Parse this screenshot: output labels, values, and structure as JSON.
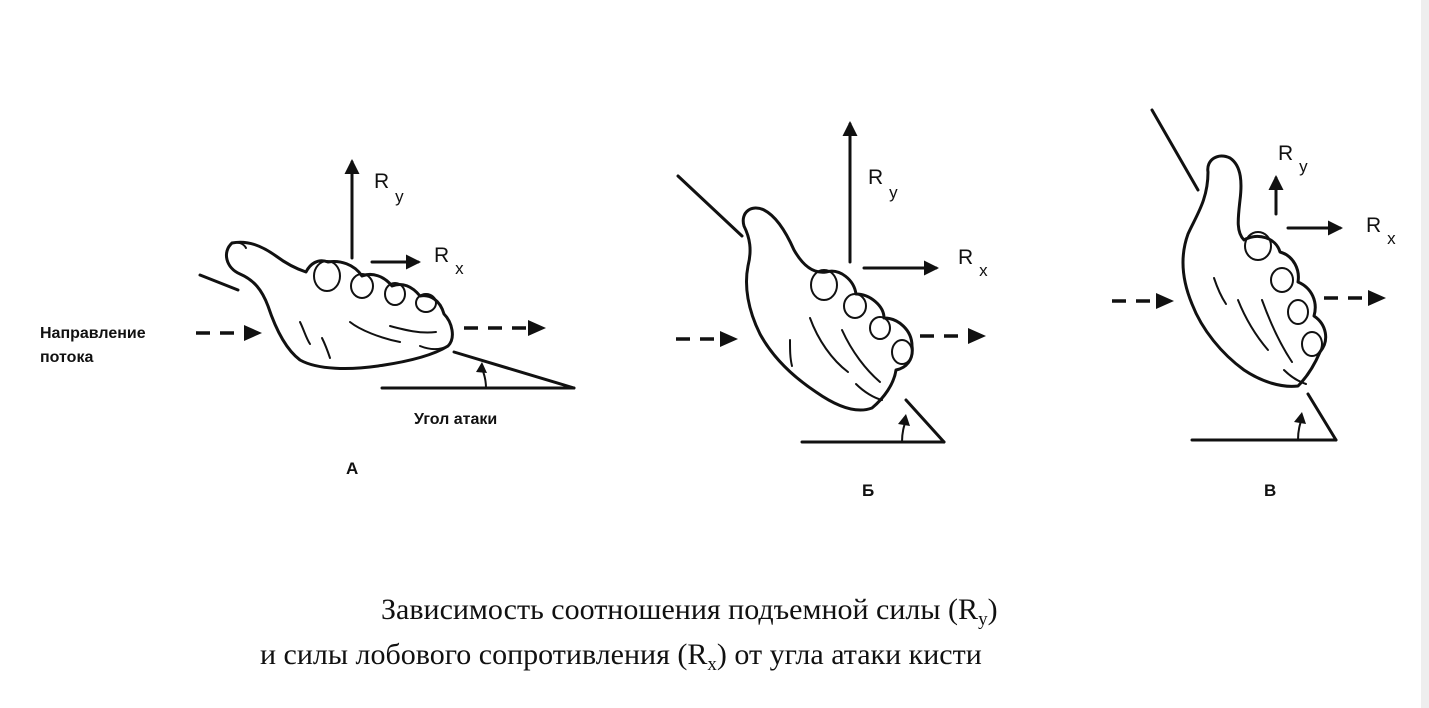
{
  "figures": [
    {
      "label": "А",
      "force_lift": {
        "main": "R",
        "sub": "y"
      },
      "force_drag": {
        "main": "R",
        "sub": "x"
      },
      "flow_label_line1": "Направление",
      "flow_label_line2": "потока",
      "angle_label": "Угол атаки"
    },
    {
      "label": "Б",
      "force_lift": {
        "main": "R",
        "sub": "y"
      },
      "force_drag": {
        "main": "R",
        "sub": "x"
      }
    },
    {
      "label": "В",
      "force_lift": {
        "main": "R",
        "sub": "y"
      },
      "force_drag": {
        "main": "R",
        "sub": "x"
      }
    }
  ],
  "caption": {
    "line1_text": "Зависимость соотношения подъемной силы (R",
    "line1_sub": "y",
    "line1_end": ")",
    "line2_text": "и силы лобового сопротивления (R",
    "line2_sub": "x",
    "line2_end": ") от угла атаки кисти"
  }
}
